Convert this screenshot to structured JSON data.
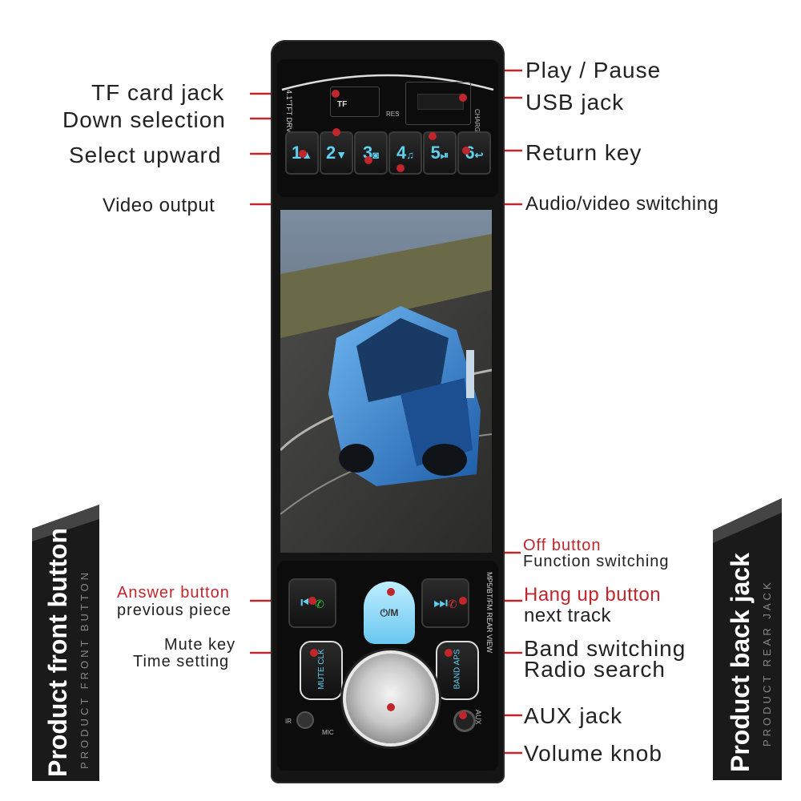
{
  "labels": {
    "tf_card_jack": "TF card jack",
    "down_selection": "Down selection",
    "select_upward": "Select upward",
    "video_output": "Video output",
    "play_pause": "Play / Pause",
    "usb_jack": "USB jack",
    "return_key": "Return key",
    "audio_video_switching": "Audio/video switching",
    "off_button": "Off button",
    "function_switching": "Function switching",
    "answer_button": "Answer button",
    "previous_piece": "previous piece",
    "hang_up_button": "Hang up button",
    "next_track": "next track",
    "mute_key": "Mute key",
    "time_setting": "Time setting",
    "band_switching": "Band switching",
    "radio_search": "Radio search",
    "aux_jack": "AUX jack",
    "volume_knob": "Volume knob"
  },
  "banners": {
    "left_title": "Product front button",
    "left_sub": "PRODUCT FRONT BUTTON",
    "right_title": "Product back jack",
    "right_sub": "PRODUCT REAR JACK"
  },
  "device": {
    "model_text": "4.1\"TFT DRV IN",
    "tf_label": "TF",
    "res_label": "RES",
    "charg_label": "CHARG",
    "keys": [
      "1",
      "2",
      "3",
      "4",
      "5",
      "6"
    ],
    "mute_clk": "MUTE CLK",
    "band_aps": "BAND APS",
    "power_mode": "⏻/M",
    "side_text": "MP5/BT/FM  REAR VIEW",
    "mic_label": "MIC",
    "aux_label": "AUX",
    "ir_label": "IR"
  },
  "colors": {
    "accent_red": "#c0262c",
    "key_cyan": "#5fd0f0"
  }
}
